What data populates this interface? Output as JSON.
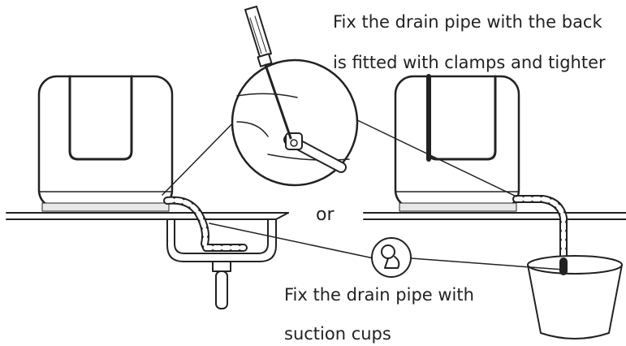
{
  "labels": {
    "top_line_1": "Fix the drain pipe with the back",
    "top_line_2": "is fitted with clamps and tighter",
    "or": "or",
    "bottom_line_1": "Fix the drain pipe with",
    "bottom_line_2": "suction cups"
  },
  "colors": {
    "ink": "#222222",
    "background": "#ffffff",
    "base_shade": "#e8e8e8"
  },
  "icons": {
    "screwdriver": "screwdriver-icon",
    "suction_cup": "suction-cup-icon"
  }
}
